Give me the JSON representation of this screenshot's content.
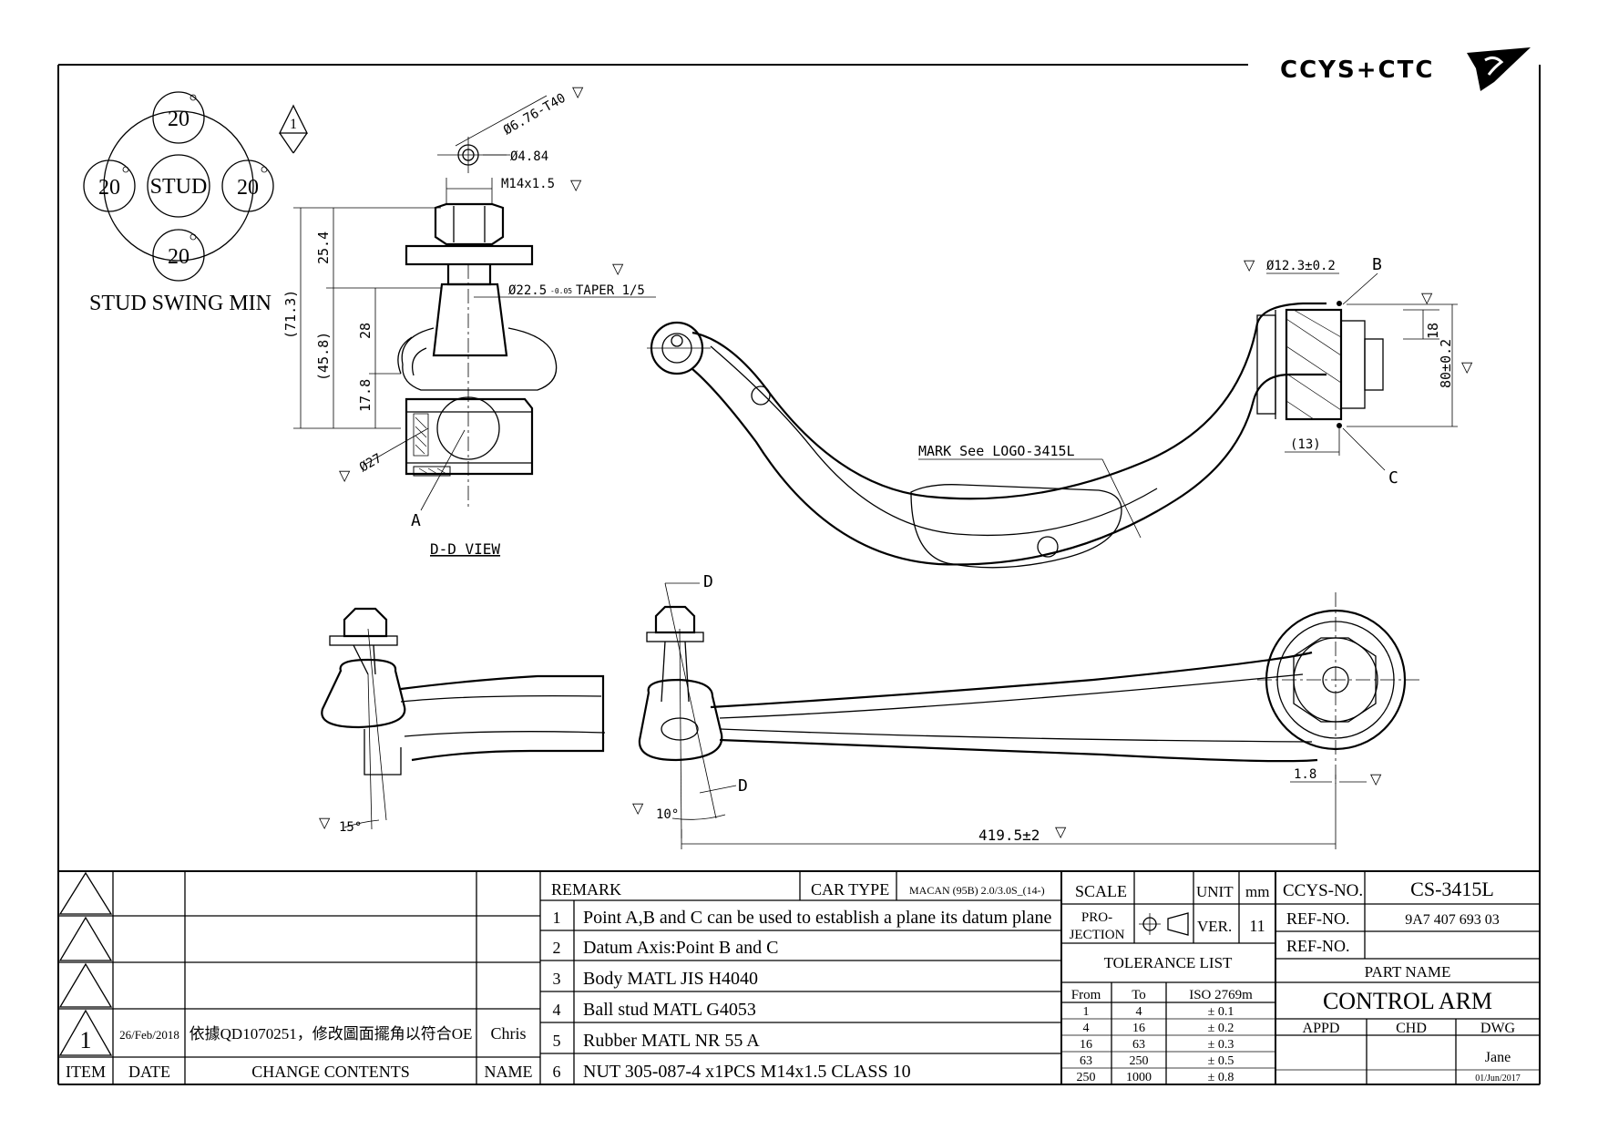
{
  "logo": {
    "text": "CCYS+CTC"
  },
  "stud_swing": {
    "label": "STUD SWING MIN",
    "center": "STUD",
    "top": "20",
    "left": "20",
    "right": "20",
    "bottom": "20"
  },
  "revision_marker": "1",
  "dims": {
    "bolt_dia": "Ø6.76-T40",
    "hole_dia": "Ø4.84",
    "thread": "M14x1.5",
    "taper": "Ø22.5",
    "taper_tol": "-0.05",
    "taper_ratio": "TAPER 1/5",
    "d254": "25.4",
    "d713": "(71.3)",
    "d458": "(45.8)",
    "d28": "28",
    "d178": "17.8",
    "d27": "Ø27",
    "bushing_dia": "Ø12.3±0.2",
    "d18": "18",
    "d80": "80±0.2",
    "d13": "(13)",
    "mark": "MARK See LOGO-3415L",
    "length": "419.5±2",
    "d18b": "1.8",
    "angle15": "15°",
    "angle10": "10°"
  },
  "points": {
    "a": "A",
    "b": "B",
    "c": "C",
    "d": "D"
  },
  "view_label": "D-D VIEW",
  "revisions": {
    "rows": [
      {
        "item": "1",
        "date": "26/Feb/2018",
        "content": "依據QD1070251，修改圖面擺角以符合OE",
        "name": "Chris"
      }
    ],
    "headers": {
      "item": "ITEM",
      "date": "DATE",
      "content": "CHANGE CONTENTS",
      "name": "NAME"
    }
  },
  "remarks": {
    "header": "REMARK",
    "car_type_label": "CAR TYPE",
    "car_type": "MACAN (95B) 2.0/3.0S_(14-)",
    "items": [
      {
        "n": "1",
        "text": "Point A,B and C can be used to establish a plane its datum plane"
      },
      {
        "n": "2",
        "text": "Datum Axis:Point B and C"
      },
      {
        "n": "3",
        "text": "Body MATL JIS H4040"
      },
      {
        "n": "4",
        "text": "Ball stud MATL G4053"
      },
      {
        "n": "5",
        "text": "Rubber MATL NR 55 A"
      },
      {
        "n": "6",
        "text": "NUT 305-087-4 x1PCS  M14x1.5  CLASS 10"
      }
    ]
  },
  "info": {
    "scale_label": "SCALE",
    "unit_label": "UNIT",
    "unit": "mm",
    "projection_label_1": "PRO-",
    "projection_label_2": "JECTION",
    "ver_label": "VER.",
    "ver": "11",
    "tolerance_title": "TOLERANCE LIST",
    "tol_headers": {
      "from": "From",
      "to": "To",
      "iso": "ISO 2769m"
    },
    "tol_rows": [
      {
        "from": "1",
        "to": "4",
        "tol": "± 0.1"
      },
      {
        "from": "4",
        "to": "16",
        "tol": "± 0.2"
      },
      {
        "from": "16",
        "to": "63",
        "tol": "± 0.3"
      },
      {
        "from": "63",
        "to": "250",
        "tol": "± 0.5"
      },
      {
        "from": "250",
        "to": "1000",
        "tol": "± 0.8"
      }
    ]
  },
  "title_block": {
    "ccys_no_label": "CCYS-NO.",
    "ccys_no": "CS-3415L",
    "ref_label_1": "REF-NO.",
    "ref_no": "9A7 407 693 03",
    "ref_label_2": "REF-NO.",
    "part_name_label": "PART NAME",
    "part_name": "CONTROL ARM",
    "appd": "APPD",
    "chd": "CHD",
    "dwg": "DWG",
    "drawer": "Jane",
    "drawn_date": "01/Jun/2017"
  }
}
